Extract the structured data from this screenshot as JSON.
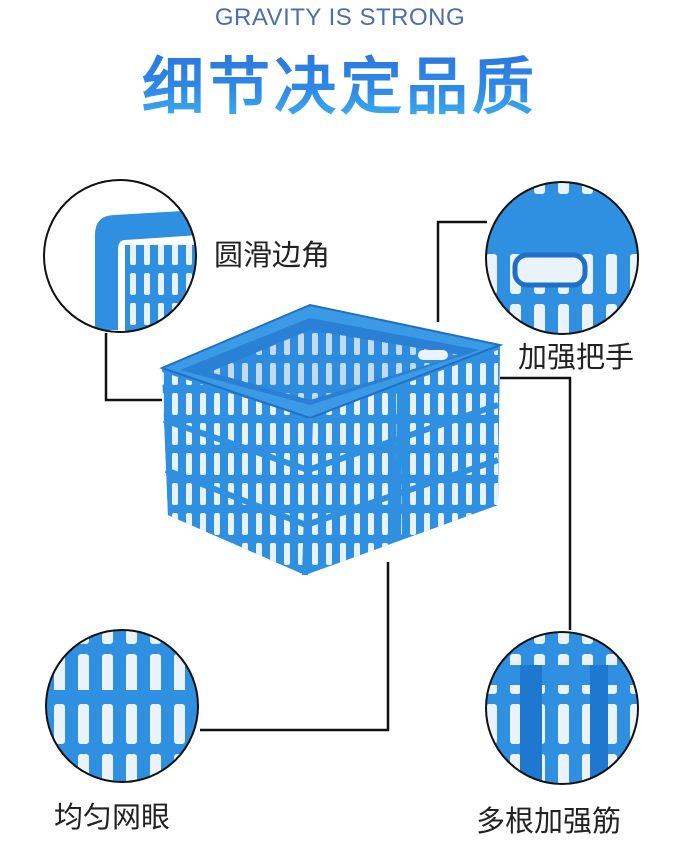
{
  "header": {
    "subtitle": "GRAVITY IS STRONG",
    "title": "细节决定品质"
  },
  "features": [
    {
      "label": "圆滑边角"
    },
    {
      "label": "加强把手"
    },
    {
      "label": "均匀网眼"
    },
    {
      "label": "多根加强筋"
    }
  ],
  "colors": {
    "crate": "#2f8fe0",
    "crate_dark": "#1f6fc4",
    "line": "#111111",
    "title_top": "#2a6edb",
    "title_bottom": "#3fb6f2"
  }
}
